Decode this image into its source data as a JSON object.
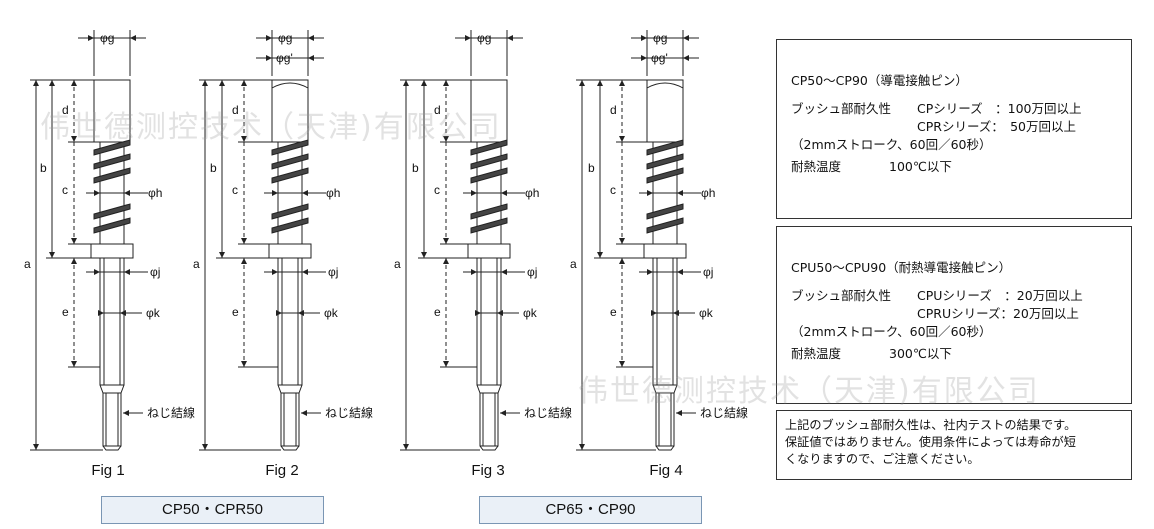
{
  "figures": [
    {
      "label": "Fig 1",
      "type": "flat-tip"
    },
    {
      "label": "Fig 2",
      "type": "curved-tip"
    },
    {
      "label": "Fig 3",
      "type": "flat-tip"
    },
    {
      "label": "Fig 4",
      "type": "curved-tip"
    }
  ],
  "series": [
    "CP50・CPR50",
    "CP65・CP90"
  ],
  "dimension_labels": {
    "g": "φg",
    "g_prime": "φg'",
    "h": "φh",
    "j": "φj",
    "k": "φk",
    "a": "a",
    "b": "b",
    "c": "c",
    "d": "d",
    "e": "e",
    "thread": "ねじ結線"
  },
  "box1": {
    "title": "CP50〜CP90（導電接触ピン）",
    "durability_label": "ブッシュ部耐久性",
    "cp_line": "CPシリーズ　：100万回以上",
    "cpr_line": "CPRシリーズ：　50万回以上",
    "stroke": "（2mmストローク、60回／60秒）",
    "temp_label": "耐熱温度",
    "temp_value": "100℃以下"
  },
  "box2": {
    "title": "CPU50〜CPU90（耐熱導電接触ピン）",
    "durability_label": "ブッシュ部耐久性",
    "cpu_line": "CPUシリーズ　：20万回以上",
    "cpru_line": "CPRUシリーズ：20万回以上",
    "stroke": "（2mmストローク、60回／60秒）",
    "temp_label": "耐熱温度",
    "temp_value": "300℃以下"
  },
  "note": {
    "line1": "上記のブッシュ部耐久性は、社内テストの結果です。",
    "line2": "保証値ではありません。使用条件によっては寿命が短",
    "line3": "くなりますので、ご注意ください。"
  },
  "watermark": "伟世德测控技术（天津)有限公司"
}
